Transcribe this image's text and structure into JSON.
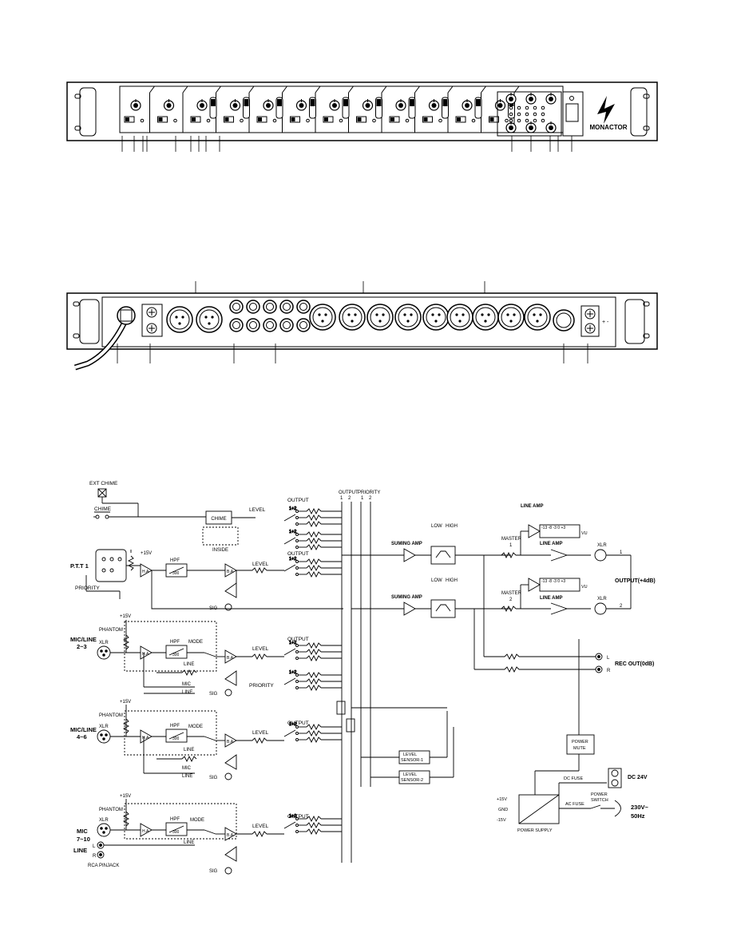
{
  "front_panel": {
    "brand": "MONACTOR",
    "channels": 12
  },
  "rear_panel": {
    "dc_symbol": "+ -"
  },
  "block_diagram": {
    "ext_chime": "EXT CHIME",
    "chime": "CHIME",
    "chime_box": "CHIME",
    "inside": "INSIDE",
    "plus15v": "+15V",
    "minus15v": "-15V",
    "ha": "H.A",
    "ba": "B.A",
    "hpf": "HPF",
    "hpf_value": "300",
    "level": "LEVEL",
    "output": "OUTPUT",
    "output_bus": "OUTPUT",
    "output_bus_nums": "1    2",
    "priority_bus": "PRIORITY",
    "priority_bus_nums": "1    2",
    "out_1p2": "1+2",
    "out_1": "1",
    "out_2": "2",
    "sig": "SIG",
    "ptt": "P.T.T 1",
    "priority": "PRIORITY",
    "phantom": "PHANTOM",
    "xlr": "XLR",
    "mode": "MODE",
    "line": "LINE",
    "mic": "MIC",
    "mic_line_23": "MIC/LINE",
    "mic_line_23_sub": "2~3",
    "mic_line_46": "MIC/LINE",
    "mic_line_46_sub": "4~6",
    "mic_710": "MIC",
    "mic_710_sub": "7~10",
    "line_710": "LINE",
    "rca_l": "L",
    "rca_r": "R",
    "rca_pinjack": "RCA PINJACK",
    "suming_amp": "SUMING AMP",
    "low": "LOW",
    "high": "HIGH",
    "line_amp": "LINE AMP",
    "master_1": "MASTER",
    "master_1_num": "1",
    "master_2": "MASTER",
    "master_2_num": "2",
    "vu_scale": "-13 -8 -3 0 +3",
    "vu": "VU",
    "output_4db": "OUTPUT(+4dB)",
    "rec_out": "REC OUT(0dB)",
    "rec_l": "L",
    "rec_r": "R",
    "power_mute": "POWER",
    "power_mute_2": "MUTE",
    "level_sensor_1": "LEVEL",
    "level_sensor_1b": "SENSOR-1",
    "level_sensor_2": "LEVEL",
    "level_sensor_2b": "SENSOR-2",
    "dc_fuse": "DC FUSE",
    "dc_24v": "DC 24V",
    "ac_fuse": "AC FUSE",
    "power_switch": "POWER",
    "power_switch_2": "SWITCH",
    "mains": "230V~",
    "mains_2": "50Hz",
    "gnd": "GND",
    "power_supply": "POWER SUPPLY",
    "xlr_out_1": "1",
    "xlr_out_2": "2"
  }
}
